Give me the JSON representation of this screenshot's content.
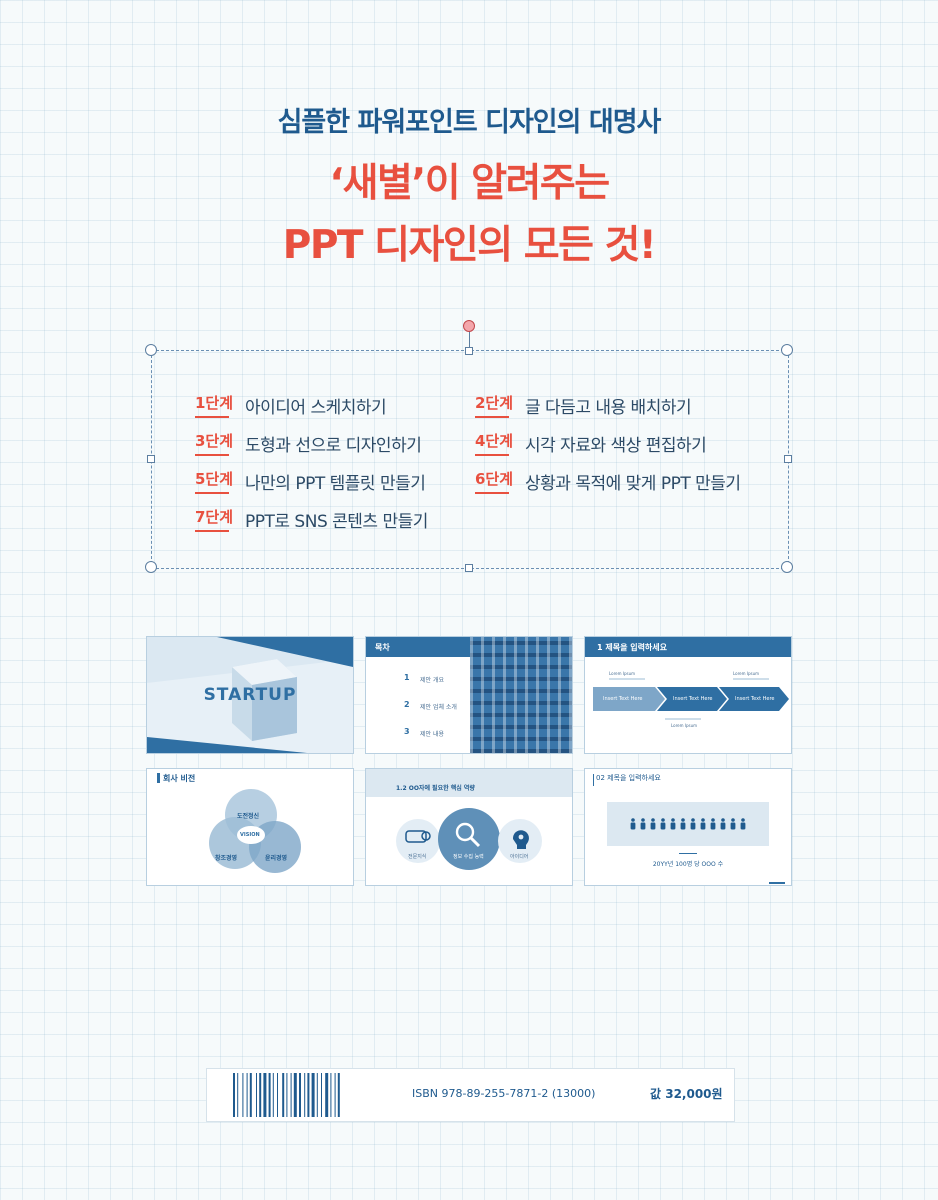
{
  "header": {
    "subtitle": "심플한 파워포인트 디자인의 대명사",
    "title_line1": "‘새별’이 알려주는",
    "title_line2": "PPT 디자인의 모든 것!"
  },
  "steps": [
    {
      "num": "1단계",
      "text": "아이디어 스케치하기"
    },
    {
      "num": "2단계",
      "text": "글 다듬고 내용 배치하기"
    },
    {
      "num": "3단계",
      "text": "도형과 선으로 디자인하기"
    },
    {
      "num": "4단계",
      "text": "시각 자료와 색상 편집하기"
    },
    {
      "num": "5단계",
      "text": "나만의 PPT 템플릿 만들기"
    },
    {
      "num": "6단계",
      "text": "상황과 목적에 맞게 PPT 만들기"
    },
    {
      "num": "7단계",
      "text": "PPT로 SNS 콘텐츠 만들기"
    }
  ],
  "slides": {
    "s1": {
      "title": "STARTUP"
    },
    "s2": {
      "header": "목차",
      "items": [
        {
          "n": "1",
          "t": "제안 개요"
        },
        {
          "n": "2",
          "t": "제안 업체 소개"
        },
        {
          "n": "3",
          "t": "제안 내용"
        }
      ]
    },
    "s3": {
      "header": "1  제목을 입력하세요",
      "arrows": [
        "Insert Text Here",
        "Insert Text Here",
        "Insert Text Here"
      ],
      "lorem": [
        "Lorem Ipsum",
        "Lorem Ipsum",
        "Lorem Ipsum"
      ]
    },
    "s4": {
      "header": "회사 비전",
      "circles": [
        "도전정신",
        "창조경영",
        "윤리경영"
      ],
      "center": "VISION"
    },
    "s5": {
      "header": "1.2  OO자에 필요한 핵심 역량",
      "labels": [
        "전문지식",
        "정보 수집 능력",
        "아이디어"
      ]
    },
    "s6": {
      "header": "02  제목을 입력하세요",
      "caption": "20YY년 100명 당 OOO 수"
    }
  },
  "book": {
    "isbn": "ISBN 978-89-255-7871-2 (13000)",
    "price": "값 32,000원"
  },
  "colors": {
    "accent": "#e8503f",
    "navy": "#1f5a8e",
    "slide_blue": "#2f6fa3"
  },
  "icons": [
    "person-icon",
    "search-icon",
    "head-icon",
    "diploma-icon"
  ]
}
